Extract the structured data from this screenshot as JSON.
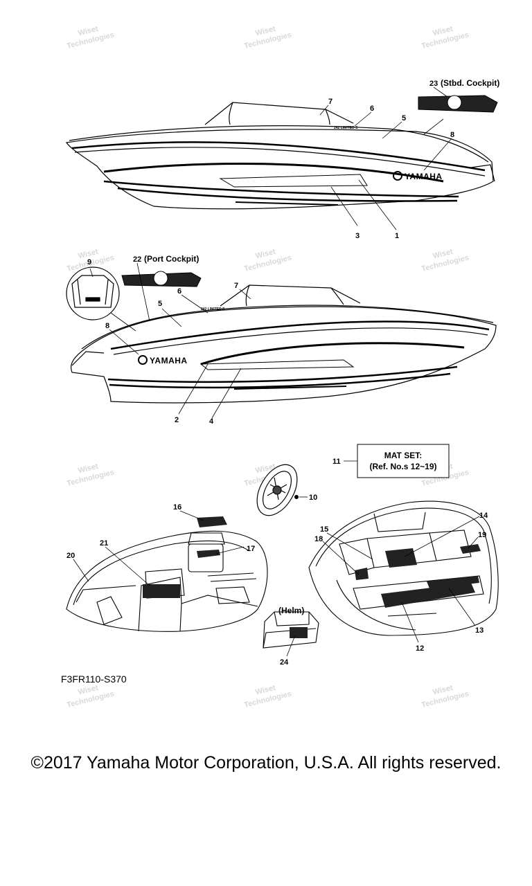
{
  "callouts": {
    "c1": "1",
    "c2": "2",
    "c3": "3",
    "c4": "4",
    "c5a": "5",
    "c5b": "5",
    "c6a": "6",
    "c6b": "6",
    "c7a": "7",
    "c7b": "7",
    "c8a": "8",
    "c8b": "8",
    "c9": "9",
    "c10": "10",
    "c11": "11",
    "c12": "12",
    "c13": "13",
    "c14": "14",
    "c15": "15",
    "c16": "16",
    "c17": "17",
    "c18": "18",
    "c19": "19",
    "c20": "20",
    "c21": "21",
    "c22": "22",
    "c23": "23",
    "c24": "24"
  },
  "labels": {
    "stbd_cockpit": "(Stbd. Cockpit)",
    "port_cockpit": "(Port Cockpit)",
    "mat_set_title": "MAT SET:",
    "mat_set_ref": "(Ref. No.s 12~19)",
    "helm": "(Helm)",
    "brand_top": "YAMAHA",
    "brand_bottom": "YAMAHA",
    "model_top": "242 LIMITED S",
    "model_bottom": "242 LIMITED S"
  },
  "diagram_code": "F3FR110-S370",
  "copyright": "©2017 Yamaha Motor Corporation, U.S.A. All rights reserved.",
  "watermark": [
    "Wiset",
    "Technologies"
  ]
}
